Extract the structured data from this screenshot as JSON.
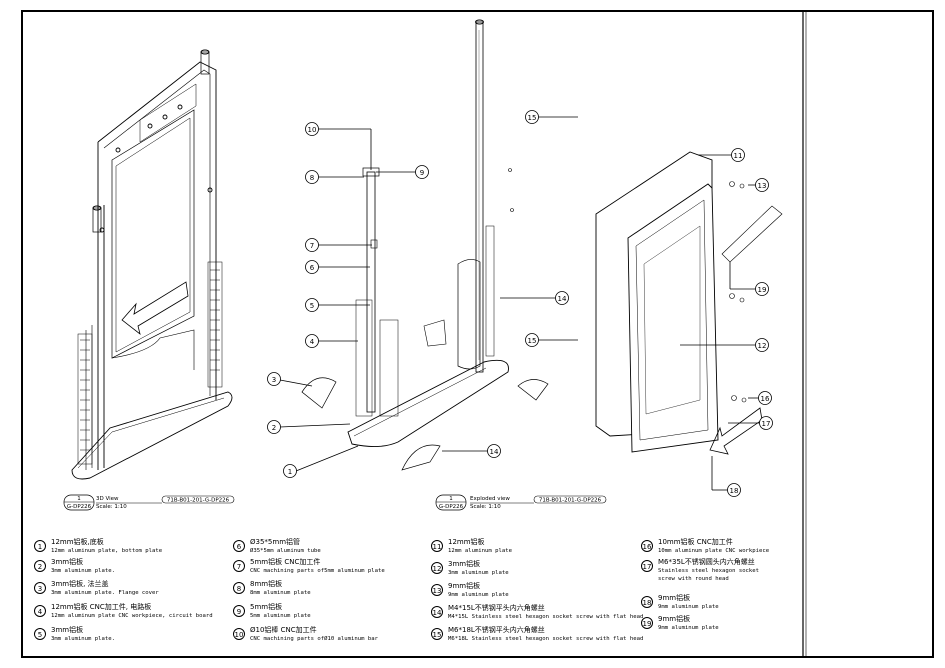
{
  "views": [
    {
      "number": "1",
      "ref": "G-DP226",
      "name": "3D View",
      "scale": "Scale: 1:10",
      "drawing_no": "71B-B01-201-G-DP226"
    },
    {
      "number": "1",
      "ref": "G-DP226",
      "name": "Exploded view",
      "scale": "Scale: 1:10",
      "drawing_no": "71B-B01-201-G-DP226"
    }
  ],
  "callouts": [
    "1",
    "2",
    "3",
    "4",
    "5",
    "6",
    "7",
    "8",
    "9",
    "10",
    "11",
    "12",
    "13",
    "14",
    "15",
    "16",
    "17",
    "18",
    "19"
  ],
  "bom": [
    {
      "n": "1",
      "cn": "12mm铝板,底板",
      "en": "12mm aluminum plate, bottom plate"
    },
    {
      "n": "2",
      "cn": "3mm铝板",
      "en": "3mm aluminum plate."
    },
    {
      "n": "3",
      "cn": "3mm铝板, 法兰盖",
      "en": "3mm aluminum plate. Flange cover"
    },
    {
      "n": "4",
      "cn": "12mm铝板  CNC加工件, 电路板",
      "en": "12mm aluminum plate CNC workpiece, circuit board"
    },
    {
      "n": "5",
      "cn": "3mm铝板",
      "en": "3mm aluminum plate."
    },
    {
      "n": "6",
      "cn": "Ø35*5mm铝管",
      "en": "Ø35*5mm aluminum tube"
    },
    {
      "n": "7",
      "cn": "5mm铝板  CNC加工件",
      "en": "CNC machining parts of5mm aluminum plate"
    },
    {
      "n": "8",
      "cn": "8mm铝板",
      "en": "8mm aluminum plate"
    },
    {
      "n": "9",
      "cn": "5mm铝板",
      "en": "5mm aluminum plate"
    },
    {
      "n": "10",
      "cn": "Ø10铝棒  CNC加工件",
      "en": "CNC machining parts ofØ10 aluminum bar"
    },
    {
      "n": "11",
      "cn": "12mm铝板",
      "en": "12mm aluminum plate"
    },
    {
      "n": "12",
      "cn": "3mm铝板",
      "en": "3mm aluminum plate"
    },
    {
      "n": "13",
      "cn": "9mm铝板",
      "en": "9mm aluminum plate"
    },
    {
      "n": "14",
      "cn": "M4*15L不锈钢平头内六角螺丝",
      "en": "M4*15L Stainless steel hexagon socket screw with flat head"
    },
    {
      "n": "15",
      "cn": "M6*18L不锈钢平头内六角螺丝",
      "en": "M6*18L Stainless steel hexagon socket screw with flat head"
    },
    {
      "n": "16",
      "cn": "10mm铝板  CNC加工件",
      "en": "10mm aluminum plate CNC workpiece"
    },
    {
      "n": "17",
      "cn": "M6*35L不锈钢圆头内六角螺丝",
      "en": "Stainless steel hexagon socket",
      "en2": "screw with round head"
    },
    {
      "n": "18",
      "cn": "9mm铝板",
      "en": "9mm aluminum plate"
    },
    {
      "n": "19",
      "cn": "9mm铝板",
      "en": "9mm aluminum plate"
    }
  ]
}
